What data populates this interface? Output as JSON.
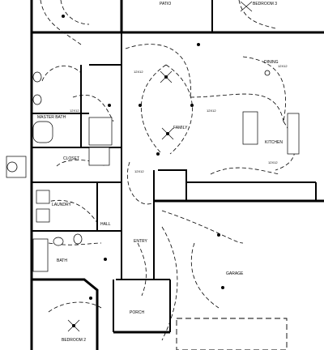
{
  "plan": {
    "rooms": {
      "patio": "PATIO",
      "bedroom3": "BEDROOM 3",
      "dining": "DINING",
      "family": "FAMILY",
      "kitchen": "KITCHEN",
      "master_bath": "MASTER BATH",
      "closet": "CLOSET",
      "laundry": "LAUNDRY",
      "hall": "HALL",
      "bath": "BATH",
      "entry": "ENTRY",
      "garage": "GARAGE",
      "porch": "PORCH",
      "bedroom2": "BEDROOM 2"
    },
    "fixture_sizes": {
      "family_a": "12X12",
      "family_b": "12X12",
      "master_bath": "12X12",
      "dining": "12X12",
      "kitchen": "12X12",
      "hall": "12X12"
    }
  }
}
